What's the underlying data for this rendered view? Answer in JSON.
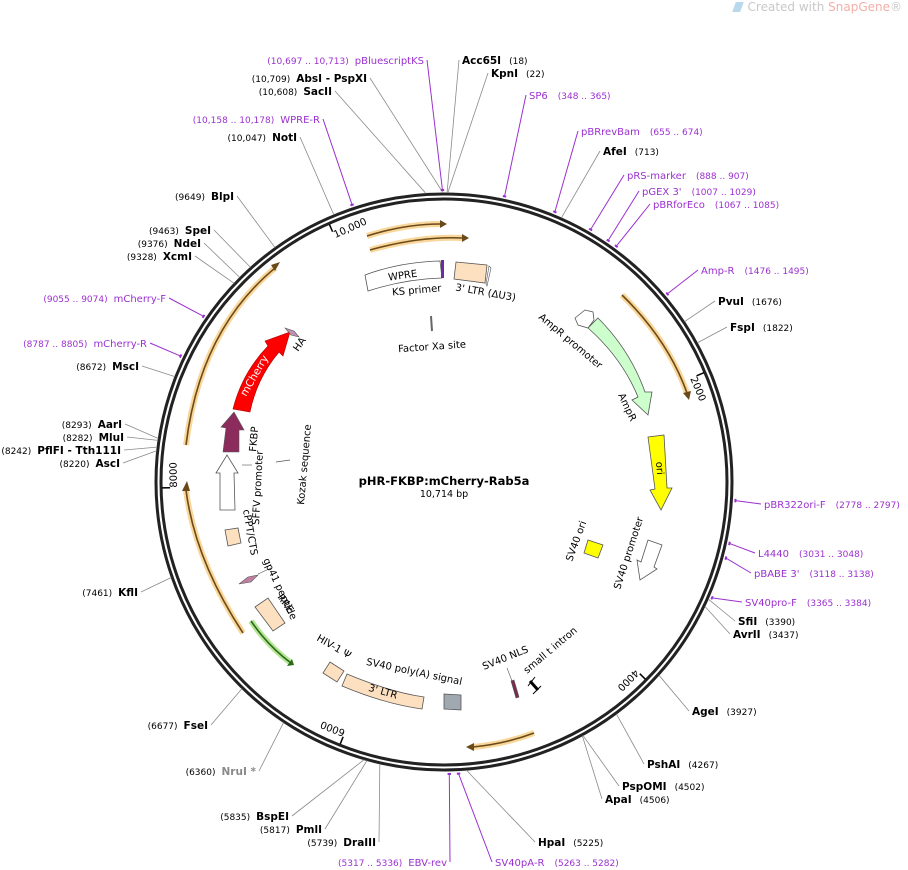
{
  "watermark": {
    "prefix": "Created with ",
    "brand": "SnapGene",
    "suffix": "®"
  },
  "plasmid": {
    "name": "pHR-FKBP:mCherry-Rab5a",
    "length_label": "10,714 bp",
    "length": 10714
  },
  "ticks": [
    {
      "bp": 2000,
      "label": "2000"
    },
    {
      "bp": 4000,
      "label": "4000"
    },
    {
      "bp": 6000,
      "label": "6000"
    },
    {
      "bp": 8000,
      "label": "8000"
    },
    {
      "bp": 10000,
      "label": "10,000"
    }
  ],
  "enzymes": [
    {
      "name": "Acc65I",
      "pos": "(18)",
      "bp": 18,
      "side": "right"
    },
    {
      "name": "KpnI",
      "pos": "(22)",
      "bp": 22,
      "side": "right"
    },
    {
      "name": "AfeI",
      "pos": "(713)",
      "bp": 713,
      "side": "right"
    },
    {
      "name": "PvuI",
      "pos": "(1676)",
      "bp": 1676,
      "side": "right"
    },
    {
      "name": "FspI",
      "pos": "(1822)",
      "bp": 1822,
      "side": "right"
    },
    {
      "name": "SfiI",
      "pos": "(3390)",
      "bp": 3390,
      "side": "right"
    },
    {
      "name": "AvrII",
      "pos": "(3437)",
      "bp": 3437,
      "side": "right"
    },
    {
      "name": "AgeI",
      "pos": "(3927)",
      "bp": 3927,
      "side": "right"
    },
    {
      "name": "PshAI",
      "pos": "(4267)",
      "bp": 4267,
      "side": "right"
    },
    {
      "name": "PspOMI",
      "pos": "(4502)",
      "bp": 4502,
      "side": "right"
    },
    {
      "name": "ApaI",
      "pos": "(4506)",
      "bp": 4506,
      "side": "right"
    },
    {
      "name": "HpaI",
      "pos": "(5225)",
      "bp": 5225,
      "side": "right"
    },
    {
      "name": "DraIII",
      "pos": "(5739)",
      "bp": 5739,
      "side": "left"
    },
    {
      "name": "PmlI",
      "pos": "(5817)",
      "bp": 5817,
      "side": "left"
    },
    {
      "name": "BspEI",
      "pos": "(5835)",
      "bp": 5835,
      "side": "left"
    },
    {
      "name": "NruI *",
      "pos": "(6360)",
      "bp": 6360,
      "side": "left",
      "gray": true
    },
    {
      "name": "FseI",
      "pos": "(6677)",
      "bp": 6677,
      "side": "left"
    },
    {
      "name": "KflI",
      "pos": "(7461)",
      "bp": 7461,
      "side": "left"
    },
    {
      "name": "AscI",
      "pos": "(8220)",
      "bp": 8220,
      "side": "left"
    },
    {
      "name": "PflFI - Tth111I",
      "pos": "(8242)",
      "bp": 8242,
      "side": "left"
    },
    {
      "name": "MluI",
      "pos": "(8282)",
      "bp": 8282,
      "side": "left"
    },
    {
      "name": "AarI",
      "pos": "(8293)",
      "bp": 8293,
      "side": "left"
    },
    {
      "name": "MscI",
      "pos": "(8672)",
      "bp": 8672,
      "side": "left"
    },
    {
      "name": "XcmI",
      "pos": "(9328)",
      "bp": 9328,
      "side": "left"
    },
    {
      "name": "NdeI",
      "pos": "(9376)",
      "bp": 9376,
      "side": "left"
    },
    {
      "name": "SpeI",
      "pos": "(9463)",
      "bp": 9463,
      "side": "left"
    },
    {
      "name": "BlpI",
      "pos": "(9649)",
      "bp": 9649,
      "side": "left"
    },
    {
      "name": "NotI",
      "pos": "(10,047)",
      "bp": 10047,
      "side": "left"
    },
    {
      "name": "SacII",
      "pos": "(10,608)",
      "bp": 10608,
      "side": "left"
    },
    {
      "name": "AbsI  - PspXI",
      "pos": "(10,709)",
      "bp": 10709,
      "side": "left"
    }
  ],
  "primers": [
    {
      "name": "SP6",
      "range": "(348 .. 365)",
      "bp": 356,
      "side": "right"
    },
    {
      "name": "pBRrevBam",
      "range": "(655 .. 674)",
      "bp": 664,
      "side": "right"
    },
    {
      "name": "pRS-marker",
      "range": "(888 .. 907)",
      "bp": 897,
      "side": "right"
    },
    {
      "name": "pGEX 3'",
      "range": "(1007 .. 1029)",
      "bp": 1018,
      "side": "right"
    },
    {
      "name": "pBRforEco",
      "range": "(1067 .. 1085)",
      "bp": 1076,
      "side": "right"
    },
    {
      "name": "Amp-R",
      "range": "(1476 .. 1495)",
      "bp": 1485,
      "side": "right"
    },
    {
      "name": "pBR322ori-F",
      "range": "(2778 .. 2797)",
      "bp": 2787,
      "side": "right"
    },
    {
      "name": "L4440",
      "range": "(3031 .. 3048)",
      "bp": 3040,
      "side": "right"
    },
    {
      "name": "pBABE 3'",
      "range": "(3118 .. 3138)",
      "bp": 3128,
      "side": "right"
    },
    {
      "name": "SV40pro-F",
      "range": "(3365 .. 3384)",
      "bp": 3374,
      "side": "right"
    },
    {
      "name": "SV40pA-R",
      "range": "(5263 .. 5282)",
      "bp": 5272,
      "side": "right"
    },
    {
      "name": "EBV-rev",
      "range": "(5317 .. 5336)",
      "bp": 5326,
      "side": "left"
    },
    {
      "name": "mCherry-R",
      "range": "(8787 .. 8805)",
      "bp": 8796,
      "side": "left"
    },
    {
      "name": "mCherry-F",
      "range": "(9055 .. 9074)",
      "bp": 9064,
      "side": "left"
    },
    {
      "name": "WPRE-R",
      "range": "(10,158 .. 10,178)",
      "bp": 10168,
      "side": "left"
    },
    {
      "name": "pBluescriptKS",
      "range": "(10,697 .. 10,713)",
      "bp": 10705,
      "side": "left"
    }
  ],
  "features": [
    {
      "name": "WPRE",
      "label": "WPRE",
      "color": "#ffffff"
    },
    {
      "name": "KS primer",
      "label": "KS primer",
      "color": "#6a2ca0"
    },
    {
      "name": "3' LTR (ΔU3)",
      "label": "3' LTR (ΔU3)",
      "color": "#fde0c0"
    },
    {
      "name": "Factor Xa site",
      "label": "Factor Xa site",
      "color": "#808080"
    },
    {
      "name": "AmpR promoter",
      "label": "AmpR promoter",
      "color": "#ffffff"
    },
    {
      "name": "AmpR",
      "label": "AmpR",
      "color": "#ccffcc"
    },
    {
      "name": "ori",
      "label": "ori",
      "color": "#ffff00"
    },
    {
      "name": "SV40 ori",
      "label": "SV40 ori",
      "color": "#ffff00"
    },
    {
      "name": "SV40 promoter",
      "label": "SV40 promoter",
      "color": "#ffffff"
    },
    {
      "name": "small t intron",
      "label": "small t intron",
      "color": "#000000"
    },
    {
      "name": "SV40 NLS",
      "label": "SV40 NLS",
      "color": "#7a2a50"
    },
    {
      "name": "SV40 poly(A) signal",
      "label": "SV40 poly(A) signal",
      "color": "#a0a8b0"
    },
    {
      "name": "3' LTR",
      "label": "3' LTR",
      "color": "#fde0c0"
    },
    {
      "name": "HIV-1 Ψ",
      "label": "HIV-1 Ψ",
      "color": "#fde0c0"
    },
    {
      "name": "RRE",
      "label": "RRE",
      "color": "#fde0c0"
    },
    {
      "name": "gp41 peptide",
      "label": "gp41 peptide",
      "color": "#c080a0"
    },
    {
      "name": "cPPT/CTS",
      "label": "cPPT/CTS",
      "color": "#fde0c0"
    },
    {
      "name": "SFFV promoter",
      "label": "SFFV promoter",
      "color": "#ffffff"
    },
    {
      "name": "Kozak sequence",
      "label": "Kozak sequence",
      "color": "#808080"
    },
    {
      "name": "FKBP",
      "label": "FKBP",
      "color": "#8c2c5c"
    },
    {
      "name": "mCherry",
      "label": "mCherry",
      "color": "#ff0000"
    },
    {
      "name": "HA",
      "label": "HA",
      "color": "#c090b0"
    }
  ],
  "colors": {
    "primer": "#9b30d0",
    "enzyme_line": "#8a8a8a",
    "orf_arrow": "#6b4a1a",
    "orf_glow": "#f6c46e",
    "green_arrow": "#2c6a1a",
    "green_glow": "#a4e07a"
  }
}
